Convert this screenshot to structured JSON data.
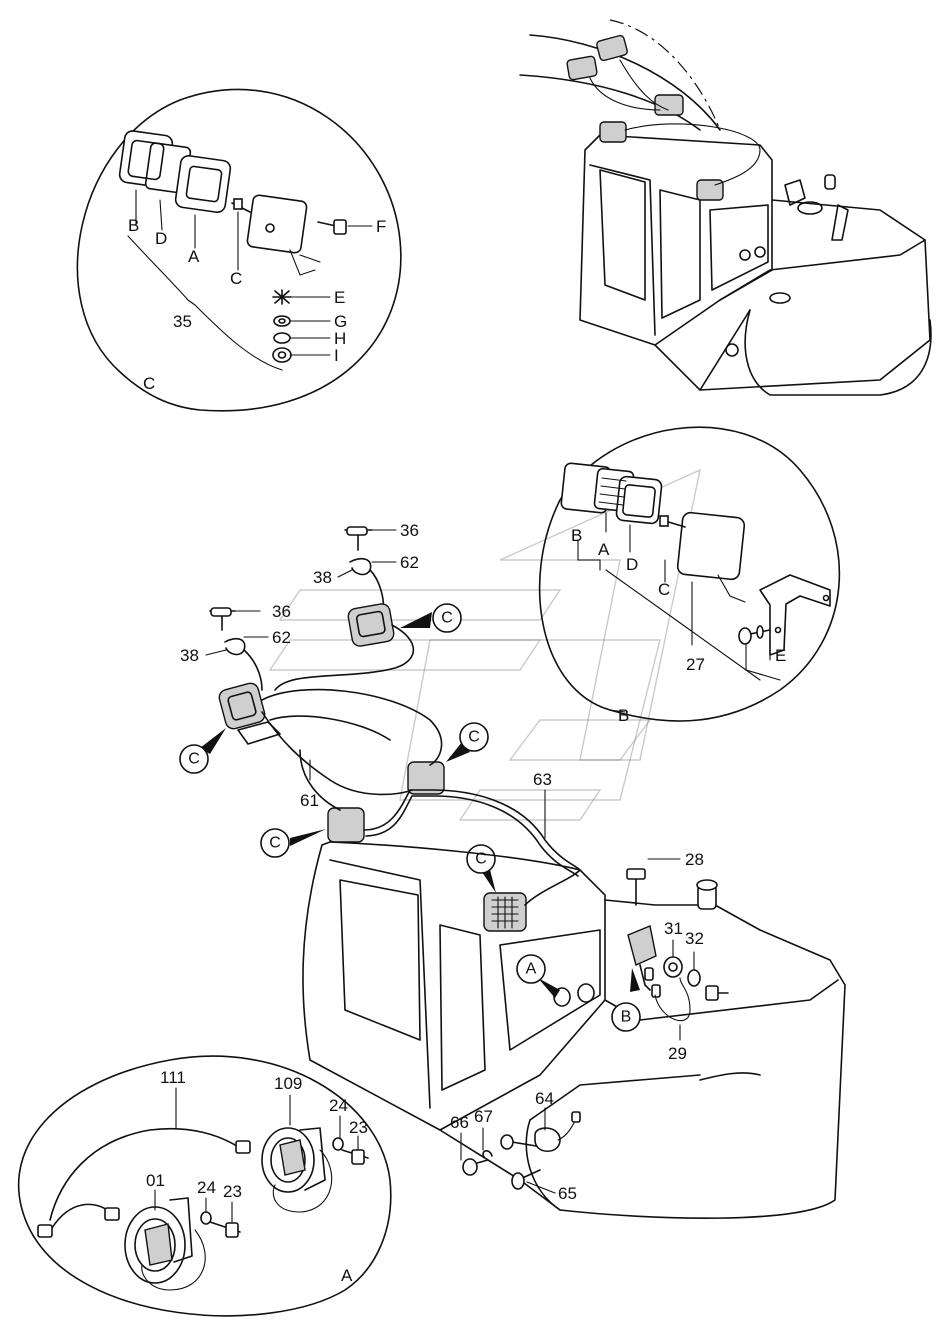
{
  "parts": {
    "p01": "01",
    "p23a": "23",
    "p23b": "23",
    "p24a": "24",
    "p24b": "24",
    "p27": "27",
    "p28": "28",
    "p29": "29",
    "p31": "31",
    "p32": "32",
    "p35": "35",
    "p36a": "36",
    "p36b": "36",
    "p38a": "38",
    "p38b": "38",
    "p61": "61",
    "p62a": "62",
    "p62b": "62",
    "p63": "63",
    "p64": "64",
    "p65": "65",
    "p66": "66",
    "p67": "67",
    "p109": "109",
    "p111": "111"
  },
  "detail_c": {
    "title": "C",
    "letters": [
      "B",
      "D",
      "A",
      "C",
      "F",
      "E",
      "G",
      "H",
      "I"
    ]
  },
  "detail_b": {
    "title": "B",
    "letters": [
      "B",
      "A",
      "D",
      "C",
      "E"
    ]
  },
  "detail_a": {
    "title": "A"
  },
  "callouts": {
    "c1": "C",
    "c2": "C",
    "c3": "C",
    "c4": "C",
    "c5": "C",
    "a1": "A",
    "b1": "B"
  }
}
